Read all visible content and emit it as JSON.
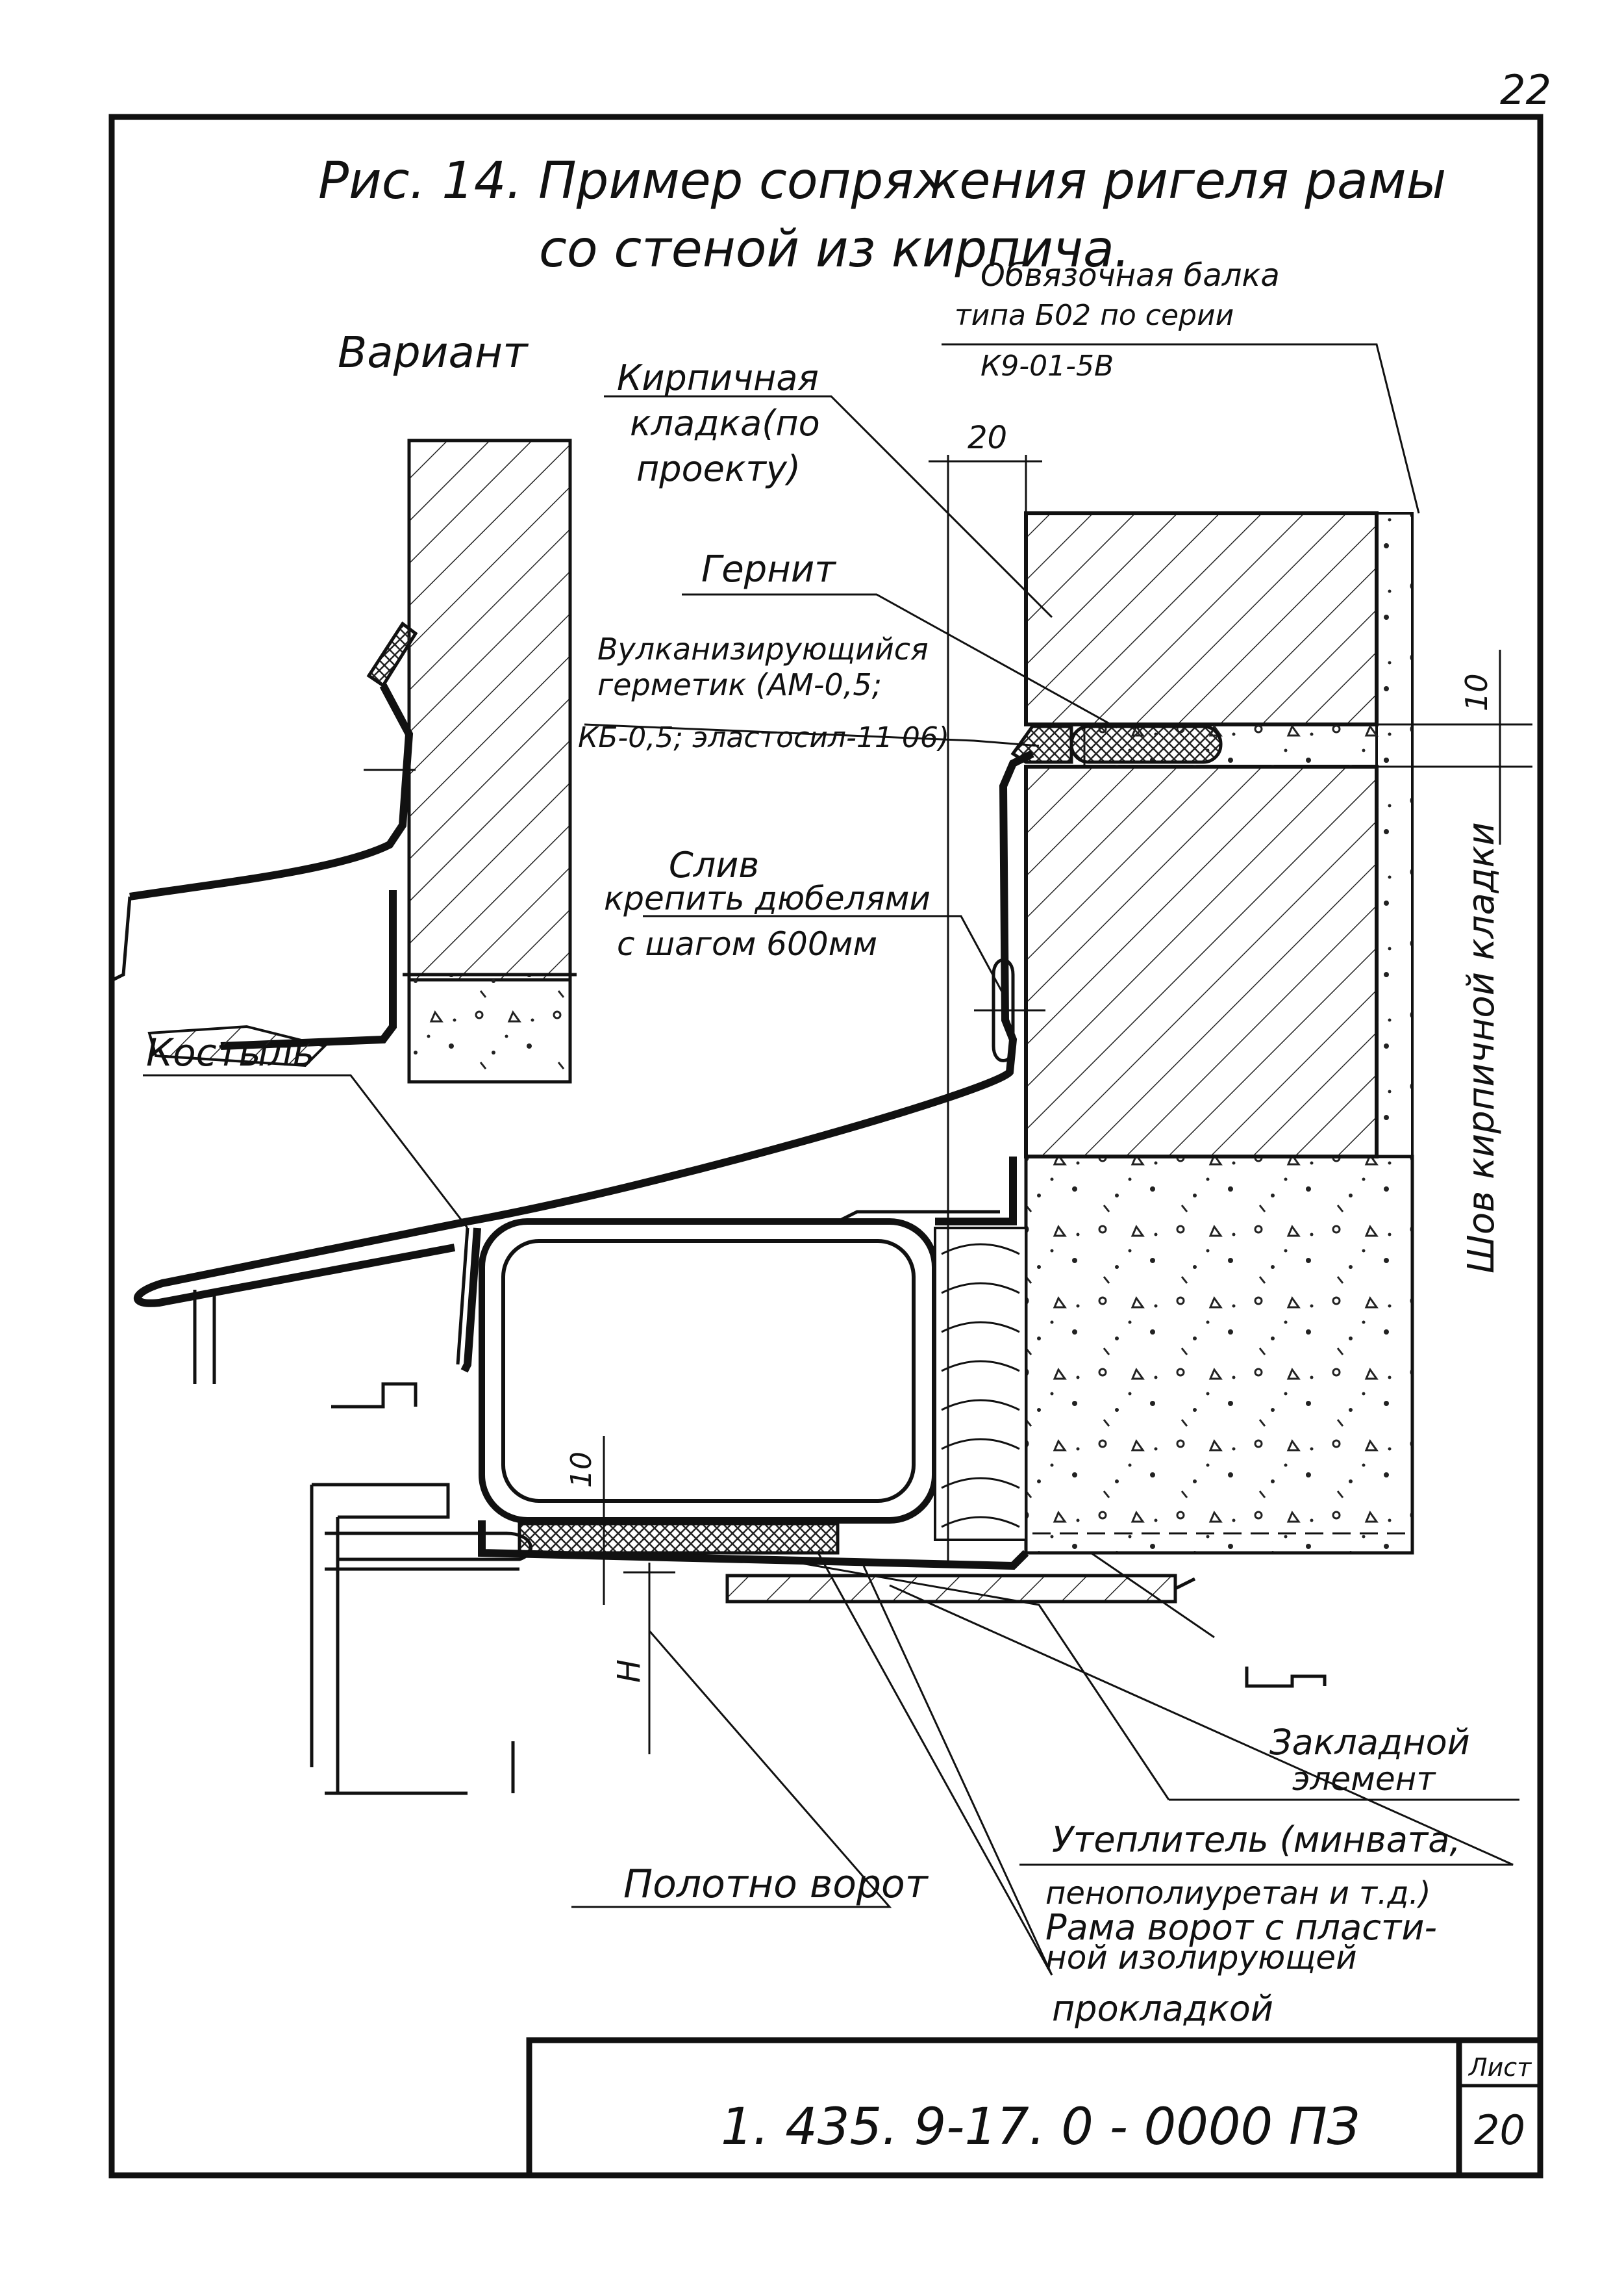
{
  "page_number": "22",
  "title_line1": "Рис. 14. Пример сопряжения ригеля рамы",
  "title_line2": "со стеной из кирпича.",
  "variant_label": "Вариант",
  "labels": {
    "beam_line1": "Обвязочная балка",
    "beam_line2": "типа Б02 по серии",
    "beam_line3": "К9-01-5В",
    "brick_line1": "Кирпичная",
    "brick_line2": "кладка(по",
    "brick_line3": "проекту)",
    "dim_20": "20",
    "gernit": "Гернит",
    "sealant_line1": "Вулканизирующийся",
    "sealant_line2": "герметик (АМ-0,5;",
    "sealant_line3": "КБ-0,5; эластосил-11 06)",
    "dim_10_top": "10",
    "drip_line1": "Слив",
    "drip_line2": "крепить дюбелями",
    "drip_line3": "с шагом 600мм",
    "seam": "Шов кирпичной кладки",
    "crutch": "Костыль",
    "dim_10_bottom": "10",
    "dim_h": "Н",
    "embed_line1": "Закладной",
    "embed_line2": "элемент",
    "insul_line1": "Утеплитель (минвата,",
    "insul_line2": "пенополиуретан и т.д.)",
    "frame_line1": "Рама ворот с пласти-",
    "frame_line2": "ной изолирующей",
    "frame_line3": "прокладкой",
    "gate_leaf": "Полотно ворот"
  },
  "title_block": {
    "code": "1. 435. 9-17. 0 - 0000 ПЗ",
    "sheet_label": "Лист",
    "sheet_number": "20"
  }
}
